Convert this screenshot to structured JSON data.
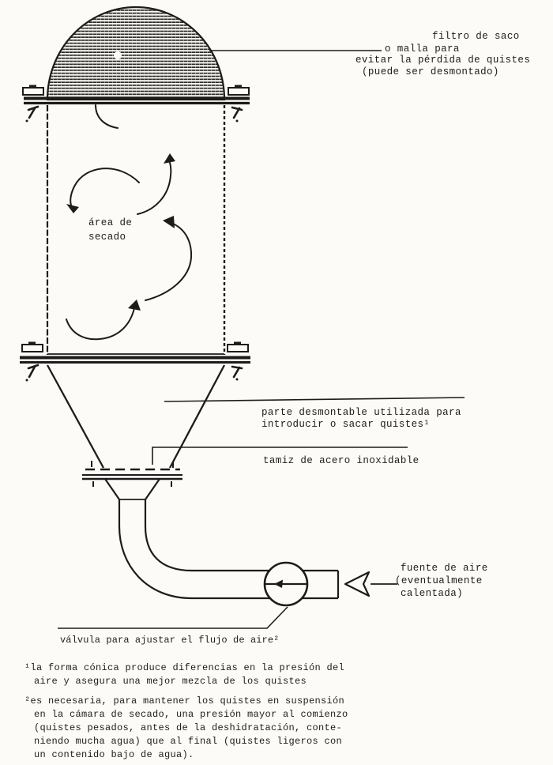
{
  "theme": {
    "paper": "#fcfbf7",
    "ink": "#1e1c1a"
  },
  "figure": {
    "subject": "spray drying chamber schematic",
    "language": "es"
  },
  "labels": {
    "filter": {
      "lines": [
        "filtro de saco",
        "o malla para",
        "evitar la pérdida de quistes",
        "(puede ser desmontado)"
      ]
    },
    "drying_area": {
      "lines": [
        "área de",
        "secado"
      ]
    },
    "removable_part": {
      "lines": [
        "parte desmontable utilizada para",
        "introducir o sacar quistes¹"
      ]
    },
    "sieve": {
      "text": "tamiz de acero inoxidable"
    },
    "air_source": {
      "lines": [
        "fuente de aire",
        "(eventualmente",
        "calentada)"
      ]
    },
    "valve": {
      "text": "válvula para ajustar el flujo de aire²"
    },
    "footnote1": {
      "lines": [
        "¹la forma cónica produce diferencias en la presión del",
        "aire y asegura una mejor mezcla de los quistes"
      ]
    },
    "footnote2": {
      "lines": [
        "²es necesaria, para mantener los quistes en suspensión",
        "en la cámara de secado, una presión mayor al comienzo",
        "(quistes pesados, antes de la deshidratación, conte-",
        "niendo mucha agua) que al final (quistes ligeros con",
        "un contenido bajo de agua)."
      ]
    }
  }
}
